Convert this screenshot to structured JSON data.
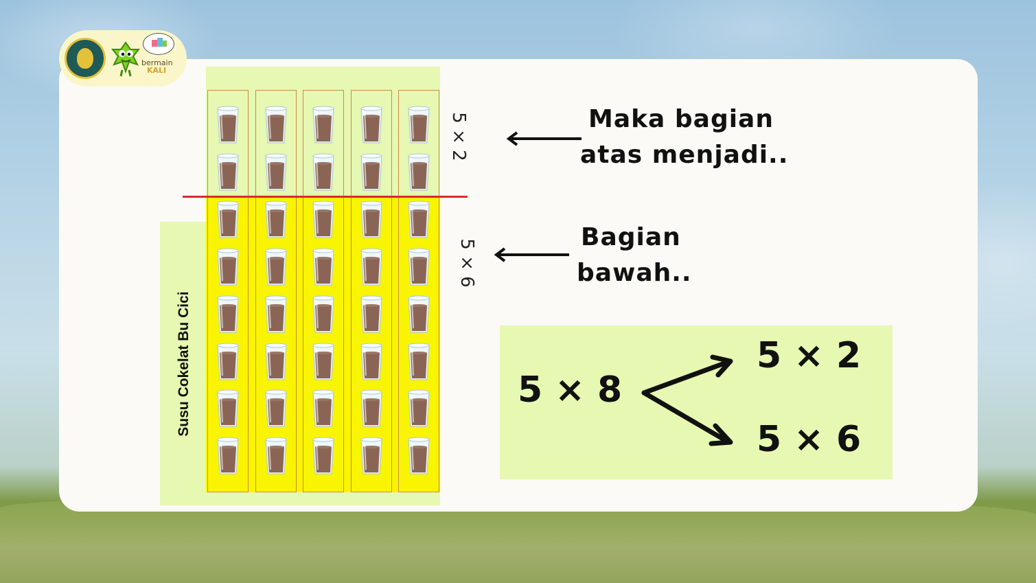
{
  "logo": {
    "brand_line1": "bermain",
    "brand_line2": "KALI"
  },
  "grid": {
    "columns": 5,
    "rows": 8,
    "top_rows": 2,
    "bottom_rows": 6,
    "side_label": "Susu Cokelat Bu Cici",
    "top_multiplication": "5 × 2",
    "bottom_multiplication": "5 × 6"
  },
  "notes": {
    "top_line1": "Maka bagian",
    "top_line2": "atas menjadi..",
    "bottom_line1": "Bagian",
    "bottom_line2": "bawah.."
  },
  "decomposition": {
    "whole": "5 × 8",
    "part_top": "5 × 2",
    "part_bottom": "5 × 6"
  },
  "colors": {
    "light_green": "#e6f8b1",
    "yellow": "#f9f400",
    "split_line": "#e0262d",
    "milk": "#8a6555"
  }
}
